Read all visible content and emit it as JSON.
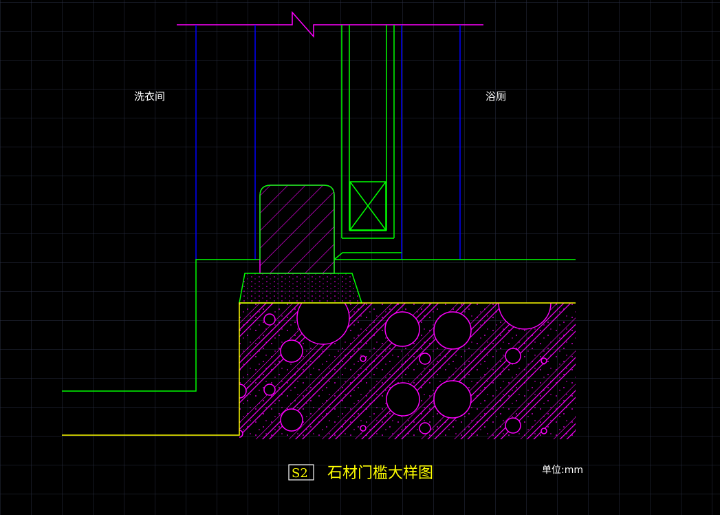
{
  "labels": {
    "laundry": "洗衣间",
    "bathroom": "浴厕"
  },
  "title": {
    "code": "S2",
    "text": "石材门槛大样图"
  },
  "unit": "单位:mm",
  "colors": {
    "background": "#000000",
    "grid": "#2a2f45",
    "wall_lines": "#0000ff",
    "door_frame": "#00ff00",
    "threshold_stone": "#ff00ff",
    "slab_top": "#ffff00",
    "text": "#ffffff",
    "title": "#ffff00"
  }
}
